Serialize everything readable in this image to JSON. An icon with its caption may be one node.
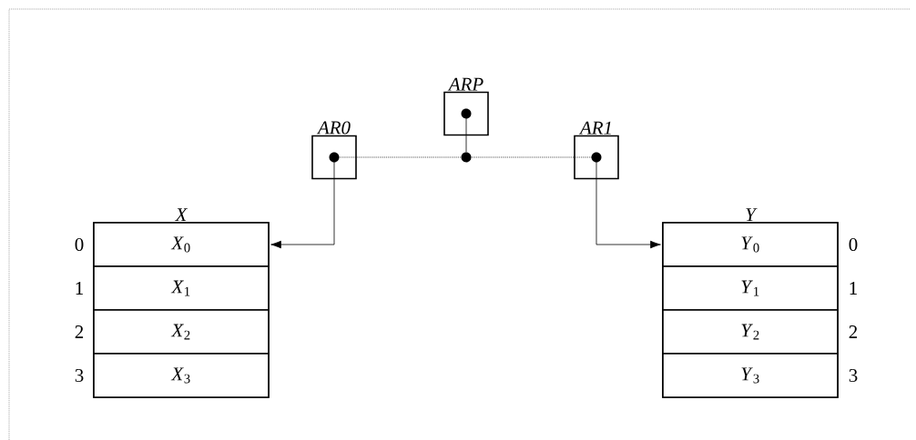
{
  "diagram": {
    "nodes": [
      {
        "text": [
          "AR0"
        ]
      },
      {
        "text": [
          "ARP"
        ]
      },
      {
        "text": [
          "AR1"
        ]
      },
      {
        "text": [],
        "shape": "circle"
      },
      {
        "text": [
          "X"
        ]
      },
      {
        "text": [
          "*X*$_{0}$"
        ],
        "in": 4,
        "beside": [
          "0"
        ]
      },
      {
        "text": [
          "*X*$_{1}$"
        ],
        "in": 4,
        "beside": [
          "1"
        ]
      },
      {
        "text": [
          "*X*$_{2}$"
        ],
        "in": 4,
        "beside": [
          "2"
        ]
      },
      {
        "text": [
          "*X*$_{3}$"
        ],
        "in": 4,
        "beside": [
          "3"
        ]
      },
      {
        "text": [
          "Y"
        ]
      },
      {
        "text": [
          "*Y*$_{0}$"
        ],
        "in": 9,
        "beside": [
          "0"
        ]
      },
      {
        "text": [
          "*Y*$_{1}$"
        ],
        "in": 9,
        "beside": [
          "1"
        ]
      },
      {
        "text": [
          "*Y*$_{2}$"
        ],
        "in": 9,
        "beside": [
          "2"
        ]
      },
      {
        "text": [
          "*Y*$_{3}$"
        ],
        "in": 9,
        "beside": [
          "3"
        ]
      }
    ],
    "edges": [
      {
        "from": 1,
        "to": 3,
        "arrow": "none"
      },
      {
        "from": 0,
        "to": 3,
        "arrow": "none",
        "style": "dashed"
      },
      {
        "from": 3,
        "to": 2,
        "arrow": "none",
        "style": "dashed"
      },
      {
        "from": 0,
        "to": 5,
        "arrow": "to"
      },
      {
        "from": 2,
        "to": 10,
        "arrow": "to"
      }
    ]
  }
}
